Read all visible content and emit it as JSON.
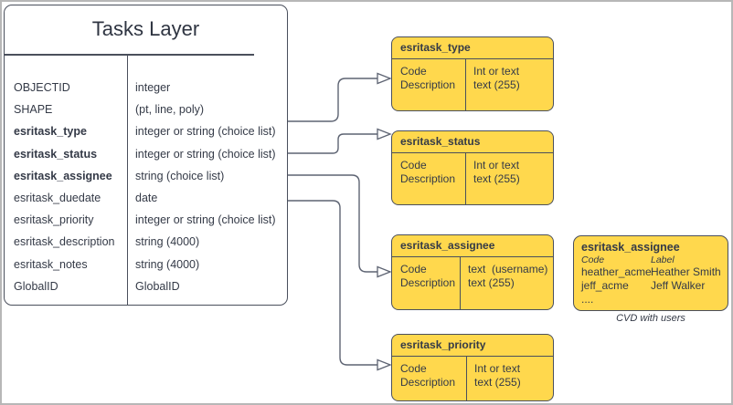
{
  "entity": {
    "title": "Tasks Layer",
    "fields": [
      {
        "name": "OBJECTID",
        "type": "integer"
      },
      {
        "name": "SHAPE",
        "type": "(pt, line, poly)"
      },
      {
        "name": "esritask_type",
        "type": "integer or string (choice list)"
      },
      {
        "name": "esritask_status",
        "type": "integer or string (choice list)"
      },
      {
        "name": "esritask_assignee",
        "type": "string (choice list)"
      },
      {
        "name": "esritask_duedate",
        "type": "date"
      },
      {
        "name": "esritask_priority",
        "type": "integer or string (choice list)"
      },
      {
        "name": "esritask_description",
        "type": "string (4000)"
      },
      {
        "name": "esritask_notes",
        "type": "string (4000)"
      },
      {
        "name": "GlobalID",
        "type": "GlobalID"
      }
    ]
  },
  "domains": [
    {
      "title": "esritask_type",
      "left": [
        "Code",
        "Description"
      ],
      "right": [
        "Int or text",
        "text (255)"
      ]
    },
    {
      "title": "esritask_status",
      "left": [
        "Code",
        "Description"
      ],
      "right": [
        "Int or text",
        "text (255)"
      ]
    },
    {
      "title": "esritask_assignee",
      "left": [
        "Code",
        "Description"
      ],
      "right": [
        "text  (username)",
        "text (255)"
      ]
    },
    {
      "title": "esritask_priority",
      "left": [
        "Code",
        "Description"
      ],
      "right": [
        "Int or text",
        "text (255)"
      ]
    }
  ],
  "cvd": {
    "title": "esritask_assignee",
    "col_headers": [
      "Code",
      "Label"
    ],
    "rows": [
      [
        "heather_acme",
        "Heather Smith"
      ],
      [
        "jeff_acme",
        "Jeff Walker"
      ]
    ],
    "more": "....",
    "caption": "CVD with users"
  },
  "connections": [
    {
      "from": "esritask_type",
      "to": "esritask_type"
    },
    {
      "from": "esritask_status",
      "to": "esritask_status"
    },
    {
      "from": "esritask_assignee",
      "to": "esritask_assignee"
    },
    {
      "from": "esritask_priority",
      "to": "esritask_priority"
    }
  ],
  "colors": {
    "domain_fill": "#FFD84D",
    "shape_stroke": "#4a4f5c",
    "connector": "#5d6372",
    "text": "#343a47",
    "canvas_border": "#b7b7b7"
  }
}
